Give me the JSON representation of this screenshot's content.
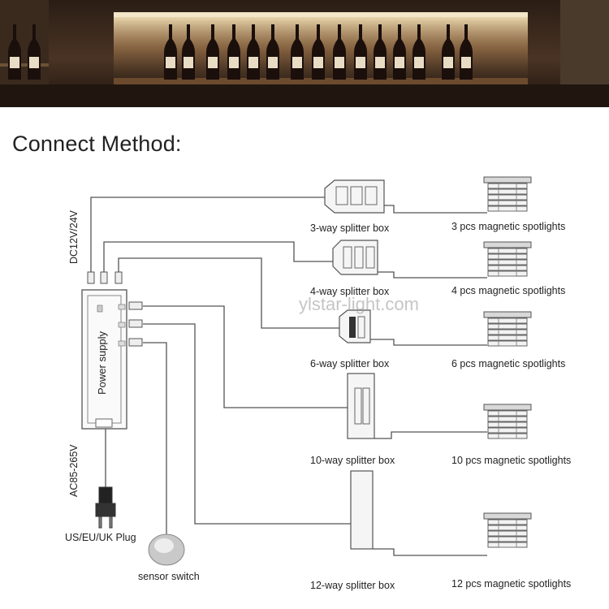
{
  "title": "Connect Method:",
  "watermark": "ylstar-light.com",
  "power_supply": {
    "label": "Power supply",
    "output_voltage": "DC12V/24V",
    "input_voltage": "AC85-265V",
    "plug": "US/EU/UK Plug"
  },
  "sensor": {
    "label": "sensor switch"
  },
  "splitters": [
    {
      "label": "3-way splitter  box",
      "spot_label": "3 pcs magnetic spotlights"
    },
    {
      "label": "4-way splitter  box",
      "spot_label": "4 pcs magnetic spotlights"
    },
    {
      "label": "6-way splitter  box",
      "spot_label": "6 pcs magnetic spotlights"
    },
    {
      "label": "10-way splitter  box",
      "spot_label": "10 pcs magnetic spotlights"
    },
    {
      "label": "12-way splitter  box",
      "spot_label": "12 pcs magnetic spotlights"
    }
  ],
  "colors": {
    "line": "#555555",
    "shelf_light": "#f3d9a8",
    "photo_dark": "#1c1410"
  }
}
